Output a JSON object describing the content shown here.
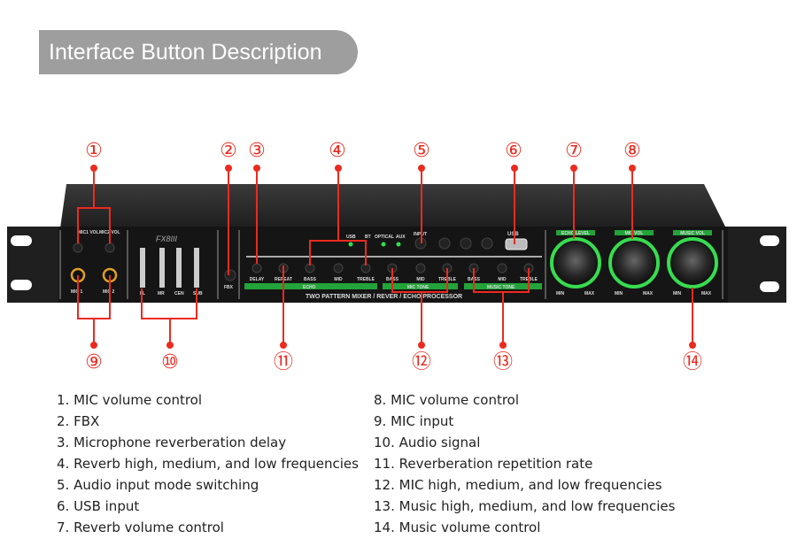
{
  "header": {
    "title": "Interface Button Description"
  },
  "device": {
    "model": "FX8III",
    "processor_label": "TWO PATTERN MIXER / REVER / ECHO PROCESSOR",
    "mic_section": {
      "mic1_vol": "MIC1 VOL",
      "mic2_vol": "MIC2 VOL",
      "mic1": "MIC 1",
      "mic2": "MIC 2"
    },
    "meter_labels": [
      "FL",
      "MR",
      "CEN",
      "SUB"
    ],
    "fbx_label": "FBX",
    "input_labels": [
      "USB",
      "BT",
      "OPTICAL",
      "AUX"
    ],
    "input_button": "INPUT",
    "usb_label": "USB",
    "knobs": [
      "DELAY",
      "REPEAT",
      "BASS",
      "MID",
      "TREBLE",
      "BASS",
      "MID",
      "TREBLE",
      "BASS",
      "MID",
      "TREBLE"
    ],
    "groups": [
      "ECHO",
      "MIC TONE",
      "MUSIC TONE"
    ],
    "big_knobs": [
      "ECHO LEVEL",
      "MIC VOL",
      "MUSIC VOL"
    ],
    "min_label": "MIN",
    "max_label": "MAX"
  },
  "callouts": [
    "①",
    "②",
    "③",
    "④",
    "⑤",
    "⑥",
    "⑦",
    "⑧",
    "⑨",
    "⑩",
    "⑪",
    "⑫",
    "⑬",
    "⑭"
  ],
  "descriptions": [
    "1. MIC volume control",
    "2. FBX",
    "3. Microphone reverberation delay",
    "4. Reverb high, medium, and low frequencies",
    "5. Audio input mode switching",
    "6. USB input",
    "7. Reverb volume control",
    "8. MIC volume control",
    "9. MIC input",
    "10. Audio signal",
    "11. Reverberation repetition rate",
    "12. MIC high, medium, and low frequencies",
    "13. Music high, medium, and low frequencies",
    "14. Music volume control"
  ],
  "colors": {
    "accent_red": "#ec2a1f",
    "panel_green": "#23a33a",
    "pill_gray": "#9e9e9f"
  }
}
